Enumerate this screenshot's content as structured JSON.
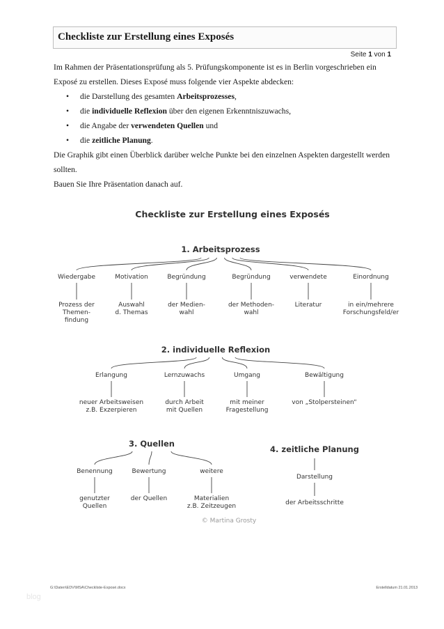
{
  "header": {
    "title": "Checkliste zur Erstellung eines Exposés",
    "page_label": "Seite",
    "page_current": "1",
    "page_of": "von",
    "page_total": "1"
  },
  "intro": {
    "line1": "Im Rahmen der Präsentationsprüfung als 5. Prüfungskomponente ist es in Berlin vorgeschrieben ein Exposé zu erstellen. Dieses Exposé muss folgende vier Aspekte abdecken:",
    "bullets": [
      {
        "pre": "die Darstellung des gesamten ",
        "bold": "Arbeitsprozesses",
        "post": ","
      },
      {
        "pre": "die ",
        "bold": "individuelle Reflexion",
        "post": " über den eigenen Erkenntniszuwachs,"
      },
      {
        "pre": "die Angabe der ",
        "bold": "verwendeten Quellen",
        "post": " und"
      },
      {
        "pre": "die ",
        "bold": "zeitliche Planung",
        "post": "."
      }
    ],
    "line2": "Die Graphik gibt einen Überblick darüber welche Punkte bei den einzelnen Aspekten dargestellt werden sollten.",
    "line3": "Bauen Sie Ihre Präsentation danach auf."
  },
  "diagram": {
    "title": "Checkliste zur Erstellung eines Exposés",
    "section1": {
      "heading": "1. Arbeitsprozess",
      "nodes": [
        {
          "label": "Wiedergabe",
          "detail": [
            "Prozess der",
            "Themen-",
            "findung"
          ]
        },
        {
          "label": "Motivation",
          "detail": [
            "Auswahl",
            "d. Themas"
          ]
        },
        {
          "label": "Begründung",
          "detail": [
            "der Medien-",
            "wahl"
          ]
        },
        {
          "label": "Begründung",
          "detail": [
            "der Methoden-",
            "wahl"
          ]
        },
        {
          "label": "verwendete",
          "detail": [
            "Literatur"
          ]
        },
        {
          "label": "Einordnung",
          "detail": [
            "in ein/mehrere",
            "Forschungsfeld/er"
          ]
        }
      ]
    },
    "section2": {
      "heading": "2. individuelle Reflexion",
      "nodes": [
        {
          "label": "Erlangung",
          "detail": [
            "neuer Arbeitsweisen",
            "z.B. Exzerpieren"
          ]
        },
        {
          "label": "Lernzuwachs",
          "detail": [
            "durch Arbeit",
            "mit Quellen"
          ]
        },
        {
          "label": "Umgang",
          "detail": [
            "mit meiner",
            "Fragestellung"
          ]
        },
        {
          "label": "Bewältigung",
          "detail": [
            "von „Stolpersteinen“"
          ]
        }
      ]
    },
    "section3": {
      "heading": "3. Quellen",
      "nodes": [
        {
          "label": "Benennung",
          "detail": [
            "genutzter",
            "Quellen"
          ]
        },
        {
          "label": "Bewertung",
          "detail": [
            "der Quellen"
          ]
        },
        {
          "label": "weitere",
          "detail": [
            "Materialien",
            "z.B. Zeitzeugen"
          ]
        }
      ]
    },
    "section4": {
      "heading": "4. zeitliche Planung",
      "nodes": [
        {
          "label": "Darstellung",
          "detail": [
            "der Arbeitsschritte"
          ]
        }
      ]
    },
    "copyright": "© Martina Grosty"
  },
  "footer": {
    "path": "G:\\Daten\\EDV\\MSA\\Checkliste-Exposé.docx",
    "date": "Erstelldatum 21.01.2013"
  },
  "watermark": "blog"
}
